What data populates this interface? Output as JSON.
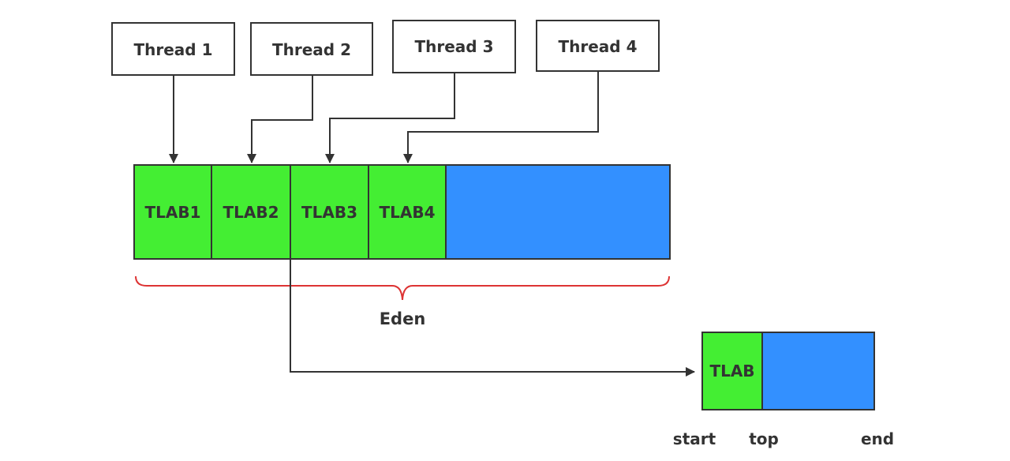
{
  "threads": [
    "Thread 1",
    "Thread 2",
    "Thread 3",
    "Thread 4"
  ],
  "eden": {
    "tlabs": [
      "TLAB1",
      "TLAB2",
      "TLAB3",
      "TLAB4"
    ],
    "label": "Eden"
  },
  "detail": {
    "tlab_label": "TLAB",
    "pointers": {
      "start": "start",
      "top": "top",
      "end": "end"
    }
  },
  "colors": {
    "tlab_fill": "#44ee33",
    "free_fill": "#3390ff",
    "brace": "#dd3333",
    "stroke": "#333333"
  }
}
